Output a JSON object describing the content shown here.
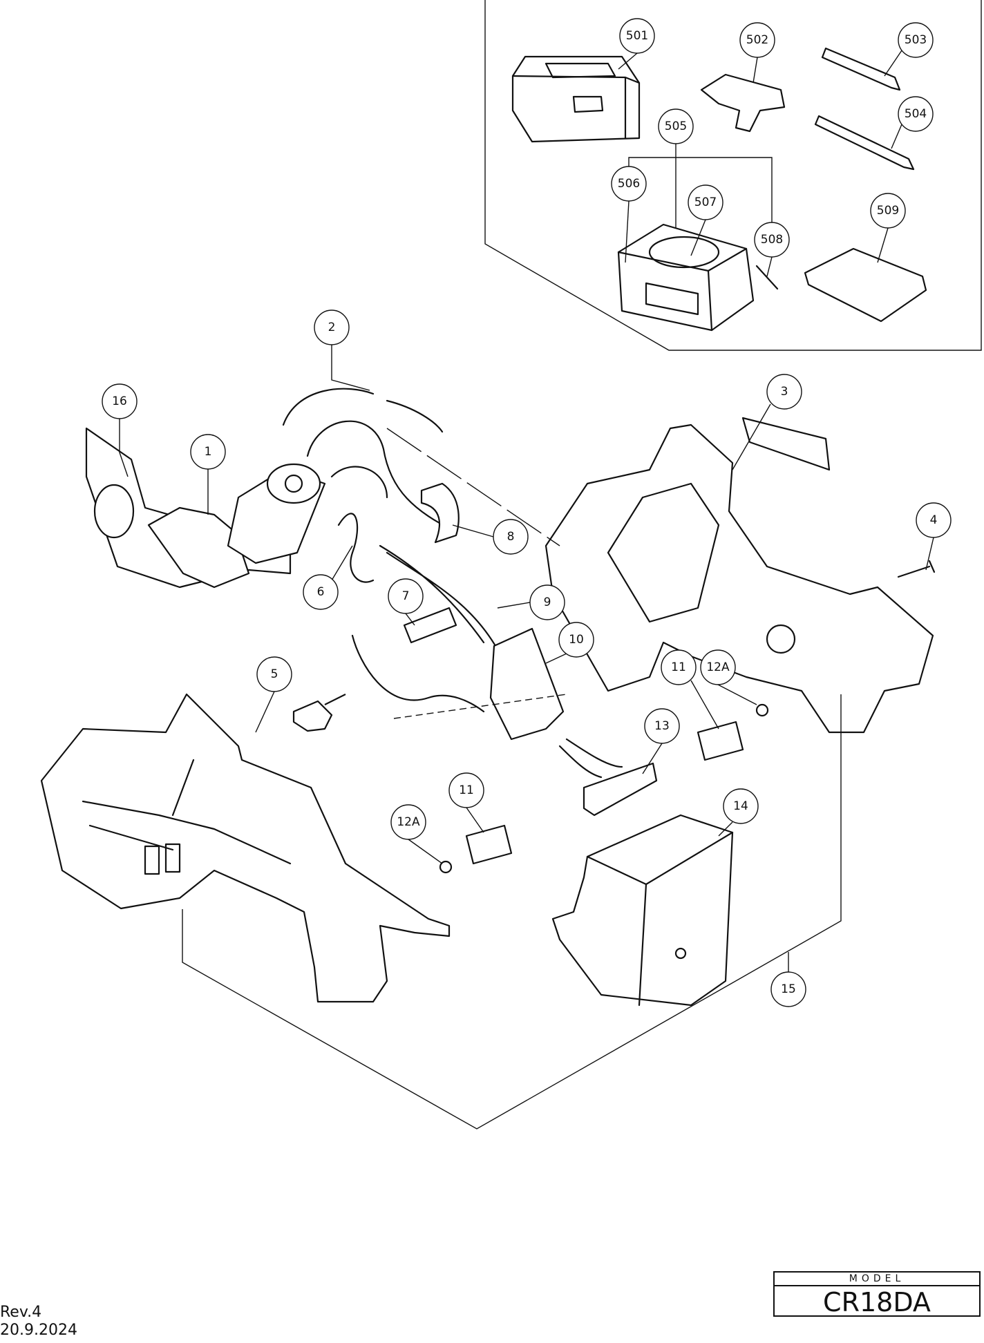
{
  "model": {
    "label": "MODEL",
    "name": "CR18DA"
  },
  "revision": {
    "rev": "Rev.4",
    "date": "20.9.2024"
  },
  "callouts": {
    "c501": "501",
    "c502": "502",
    "c503": "503",
    "c504": "504",
    "c505": "505",
    "c506": "506",
    "c507": "507",
    "c508": "508",
    "c509": "509",
    "c1": "1",
    "c2": "2",
    "c3": "3",
    "c4": "4",
    "c5": "5",
    "c6": "6",
    "c7": "7",
    "c8": "8",
    "c9": "9",
    "c10": "10",
    "c11a": "11",
    "c11b": "11",
    "c12Aa": "12A",
    "c12Ab": "12A",
    "c13": "13",
    "c14": "14",
    "c15": "15",
    "c16": "16"
  }
}
